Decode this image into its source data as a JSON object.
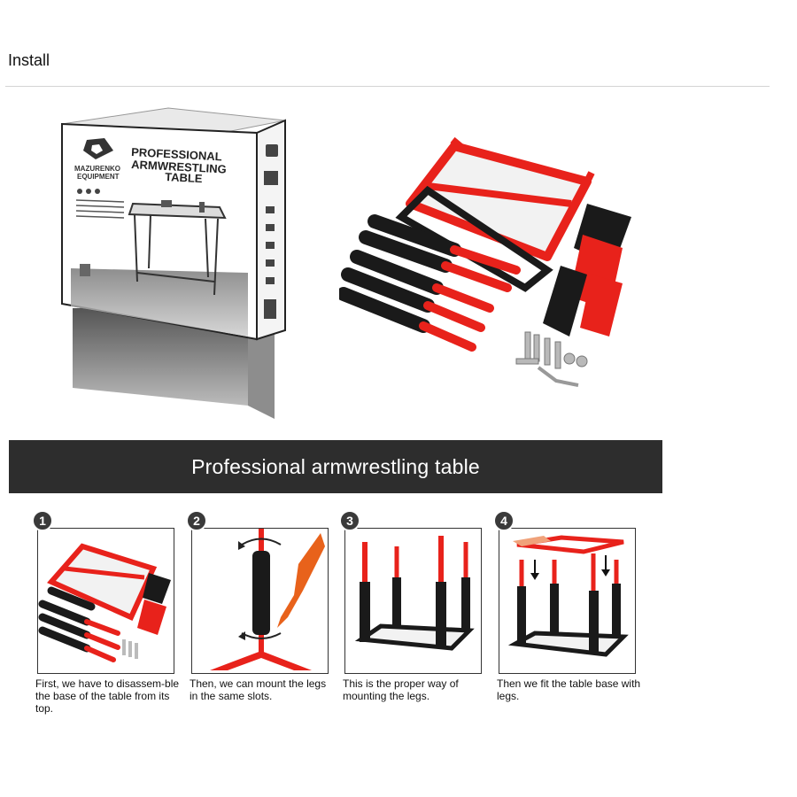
{
  "section": {
    "title": "Install"
  },
  "hero": {
    "box": {
      "brand_line1": "MAZURENKO",
      "brand_line2": "EQUIPMENT",
      "product_line1": "PROFESSIONAL",
      "product_line2": "ARMWRESTLING",
      "product_line3": "TABLE"
    }
  },
  "banner": {
    "text": "Professional armwrestling table"
  },
  "steps": [
    {
      "number": "1",
      "caption": "First, we have to disassem-ble the base of the table from its top."
    },
    {
      "number": "2",
      "caption": "Then, we can mount the legs in the same slots."
    },
    {
      "number": "3",
      "caption": "This is the proper way of mounting the legs."
    },
    {
      "number": "4",
      "caption": "Then we fit the table base with legs."
    }
  ],
  "colors": {
    "accent_red": "#e8221b",
    "dark": "#1a1a1a",
    "banner_bg": "#2d2d2d"
  }
}
